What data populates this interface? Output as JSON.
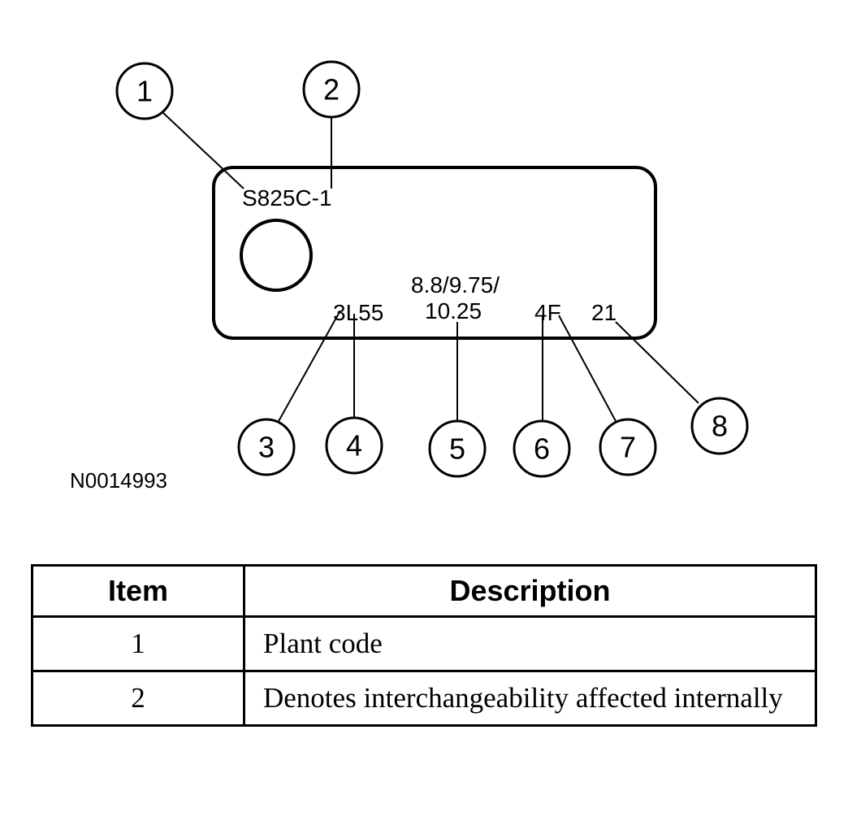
{
  "tag": {
    "plant_code": "S825C-1",
    "ratio_line1": "8.8/9.75/",
    "ratio_line2": "10.25",
    "model_code": "3L55",
    "type_code": "4F",
    "date_code": "21"
  },
  "callouts": [
    "1",
    "2",
    "3",
    "4",
    "5",
    "6",
    "7",
    "8"
  ],
  "figure_id": "N0014993",
  "table": {
    "headers": [
      "Item",
      "Description"
    ],
    "rows": [
      {
        "item": "1",
        "description": "Plant code"
      },
      {
        "item": "2",
        "description": "Denotes interchangeability affected internally"
      }
    ]
  }
}
